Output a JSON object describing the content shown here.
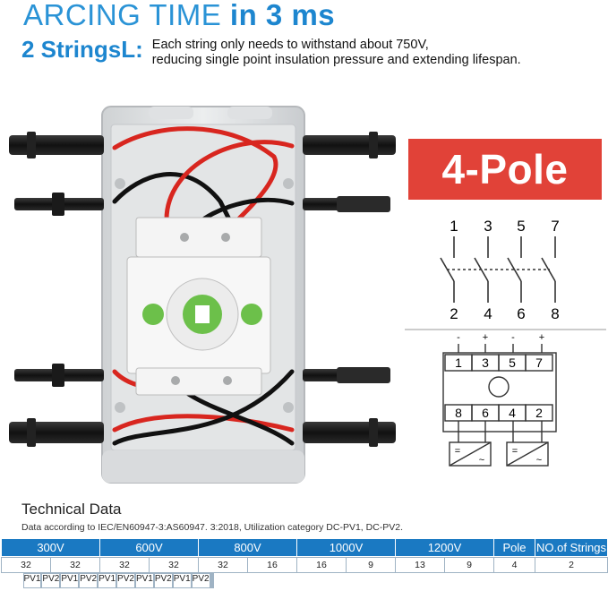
{
  "headline": {
    "part1": "ARCING TIME",
    "part2": "in 3 ms"
  },
  "strings_info": {
    "label": "2 StringsL:",
    "line1": "Each string only needs to withstand about 750V,",
    "line2": "reducing single point insulation pressure and extending lifespan."
  },
  "badge": {
    "text": "4-Pole",
    "color": "#e14238"
  },
  "diagram": {
    "top_numbers": [
      "1",
      "3",
      "5",
      "7"
    ],
    "bottom_numbers": [
      "2",
      "4",
      "6",
      "8"
    ],
    "polarity_top": [
      "-",
      "+",
      "-",
      "+"
    ],
    "box_top": [
      "1",
      "3",
      "5",
      "7"
    ],
    "box_bottom": [
      "8",
      "6",
      "4",
      "2"
    ],
    "pv_symbol": [
      "=",
      "~"
    ]
  },
  "technical": {
    "title": "Technical Data",
    "note": "Data according to IEC/EN60947-3:AS60947. 3:2018, Utilization category DC-PV1, DC-PV2.",
    "voltages": [
      "300V",
      "600V",
      "800V",
      "1000V",
      "1200V"
    ],
    "pole_header": "Pole",
    "strings_header": "NO.of Strings",
    "sub_headers": [
      "PV1",
      "PV2",
      "PV1",
      "PV2",
      "PV1",
      "PV2",
      "PV1",
      "PV2",
      "PV1",
      "PV2"
    ],
    "values": [
      "32",
      "32",
      "32",
      "32",
      "32",
      "16",
      "16",
      "9",
      "13",
      "9"
    ],
    "pole_value": "4",
    "strings_value": "2"
  },
  "colors": {
    "accent_blue": "#1d86cf",
    "table_header": "#1a79c2"
  }
}
